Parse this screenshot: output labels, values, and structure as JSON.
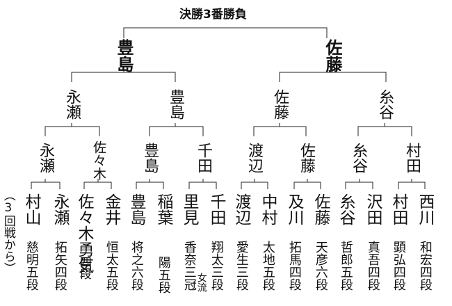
{
  "title": "決勝3番勝負",
  "finalists": [
    {
      "name": "豊島"
    },
    {
      "name": "佐藤"
    }
  ],
  "semifinals": [
    {
      "name": "永瀬"
    },
    {
      "name": "豊島"
    },
    {
      "name": "佐藤"
    },
    {
      "name": "糸谷"
    }
  ],
  "quarterfinals": [
    {
      "name": "永瀬"
    },
    {
      "name": "佐々木"
    },
    {
      "name": "豊島"
    },
    {
      "name": "千田"
    },
    {
      "name": "渡辺"
    },
    {
      "name": "佐藤"
    },
    {
      "name": "糸谷"
    },
    {
      "name": "村田"
    }
  ],
  "round_note": "（3回戦から）",
  "players": [
    {
      "surname": "村山",
      "given_rank": "慈明五段"
    },
    {
      "surname": "永瀬",
      "given_rank": "拓矢四段"
    },
    {
      "surname": "佐々木勇気",
      "given_rank": "四段"
    },
    {
      "surname": "金井",
      "given_rank": "恒太五段"
    },
    {
      "surname": "豊島",
      "given_rank": "将之六段"
    },
    {
      "surname": "稲葉",
      "given_rank": "陽五段"
    },
    {
      "surname": "里見",
      "given_rank": "香奈三冠",
      "extra": "女流"
    },
    {
      "surname": "千田",
      "given_rank": "翔太三段"
    },
    {
      "surname": "渡辺",
      "given_rank": "愛生三段"
    },
    {
      "surname": "中村",
      "given_rank": "太地五段"
    },
    {
      "surname": "及川",
      "given_rank": "拓馬四段"
    },
    {
      "surname": "佐藤",
      "given_rank": "天彦六段"
    },
    {
      "surname": "糸谷",
      "given_rank": "哲郎五段"
    },
    {
      "surname": "沢田",
      "given_rank": "真吾四段"
    },
    {
      "surname": "村田",
      "given_rank": "顕弘四段"
    },
    {
      "surname": "西川",
      "given_rank": "和宏四段"
    }
  ]
}
